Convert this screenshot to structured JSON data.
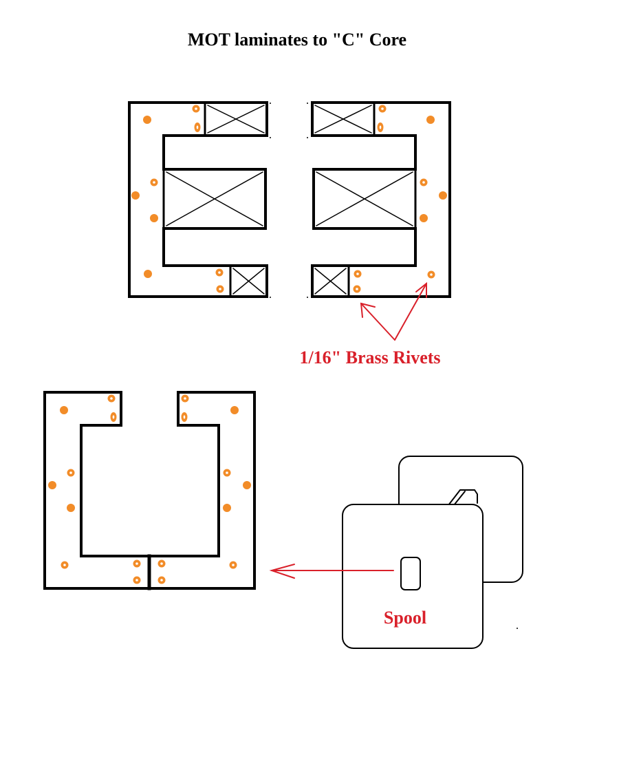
{
  "title": "MOT laminates to \"C\" Core",
  "labels": {
    "rivets": "1/16\"  Brass Rivets",
    "spool": "Spool"
  },
  "colors": {
    "ink": "#000000",
    "rivet": "#f28c28",
    "annotation": "#d9202a",
    "background": "#ffffff"
  },
  "icons": {
    "rivet": "rivet-dot-icon",
    "arrow": "arrow-icon",
    "winding": "winding-cross-icon"
  }
}
